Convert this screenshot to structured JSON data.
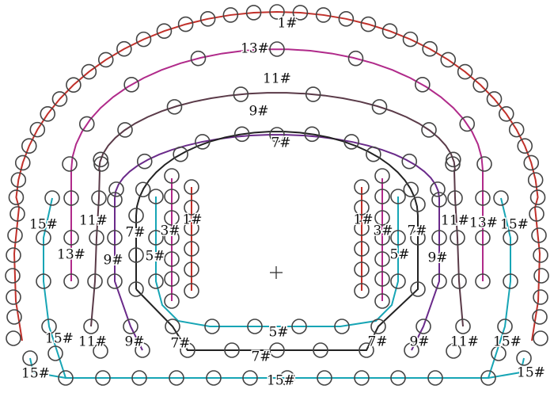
{
  "diagram": {
    "title": "Tunnel blast hole delay layout",
    "colors": {
      "d1": "#c0302a",
      "d3": "#b02a8a",
      "d5": "#17a5b5",
      "d7": "#222222",
      "d9": "#6a2a8a",
      "d11": "#5a3a48",
      "d13": "#b02a8a",
      "d15": "#17a5b5",
      "hole": "#444444"
    },
    "labels": [
      "1#",
      "13#",
      "11#",
      "9#",
      "7#",
      "1#",
      "3#",
      "7#",
      "5#",
      "9#",
      "13#",
      "11#",
      "15#",
      "15#",
      "11#",
      "9#",
      "7#",
      "5#",
      "7#",
      "15#",
      "15#",
      "1#",
      "3#",
      "7#",
      "5#",
      "9#",
      "11#",
      "13#",
      "15#",
      "7#",
      "9#",
      "11#",
      "15#",
      "15#"
    ]
  }
}
